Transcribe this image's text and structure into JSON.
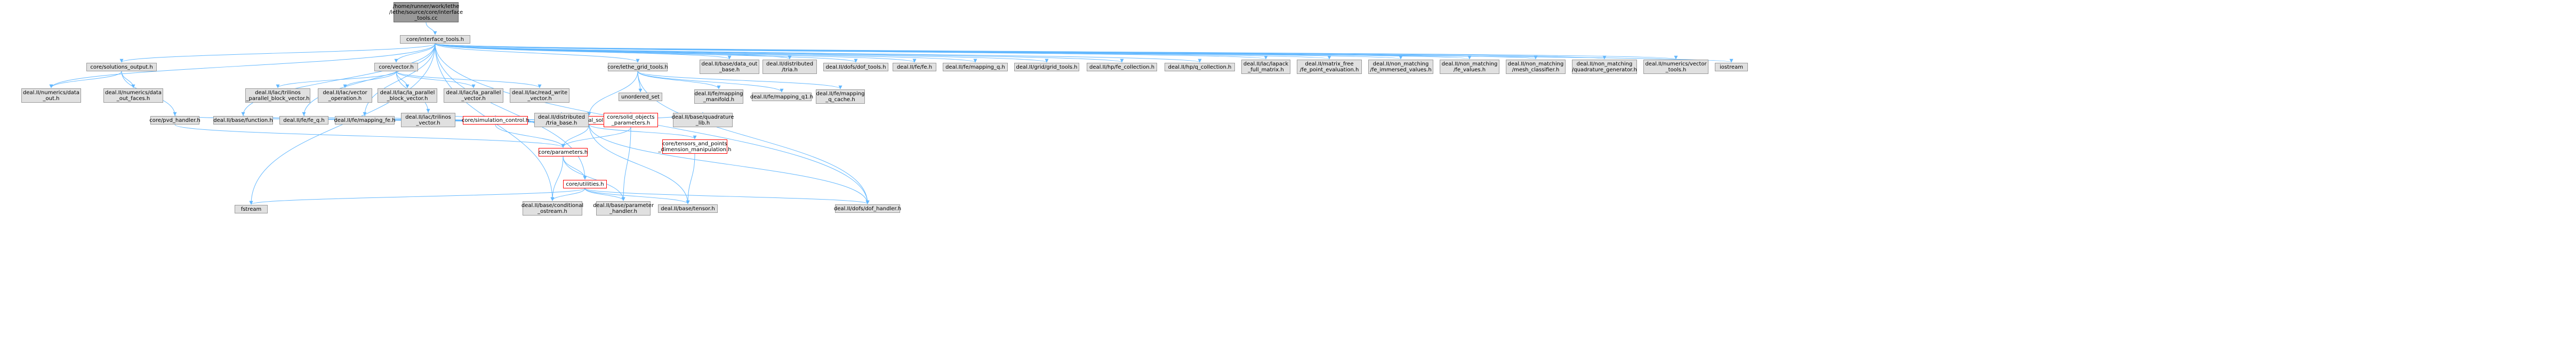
{
  "colors": {
    "edge": "#63b8ff",
    "node_fill": "#e0e0e0",
    "node_border": "#999999",
    "local_border": "#ff0000",
    "root_fill": "#999999"
  },
  "nodes": {
    "root": "/home/runner/work/lethe\n/lethe/source/core/interface\n_tools.cc",
    "interface_tools": "core/interface_tools.h",
    "solutions_output": "core/solutions_output.h",
    "vector": "core/vector.h",
    "lethe_grid_tools": "core/lethe_grid_tools.h",
    "base_data_out": "deal.II/base/data_out\n_base.h",
    "distributed_tria": "deal.II/distributed\n/tria.h",
    "dofs_dof_tools": "deal.II/dofs/dof_tools.h",
    "fe_fe": "deal.II/fe/fe.h",
    "fe_mapping_q": "deal.II/fe/mapping_q.h",
    "grid_grid_tools": "deal.II/grid/grid_tools.h",
    "hp_fe_collection": "deal.II/hp/fe_collection.h",
    "hp_q_collection": "deal.II/hp/q_collection.h",
    "lac_lapack": "deal.II/lac/lapack\n_full_matrix.h",
    "matrix_free_fe_point": "deal.II/matrix_free\n/fe_point_evaluation.h",
    "nm_fe_immersed": "deal.II/non_matching\n/fe_immersed_values.h",
    "nm_fe_values": "deal.II/non_matching\n/fe_values.h",
    "nm_mesh_classifier": "deal.II/non_matching\n/mesh_classifier.h",
    "nm_quad_generator": "deal.II/non_matching\n/quadrature_generator.h",
    "numerics_vector_tools": "deal.II/numerics/vector\n_tools.h",
    "iostream": "iostream",
    "numerics_data_out": "deal.II/numerics/data\n_out.h",
    "numerics_data_out_faces": "deal.II/numerics/data\n_out_faces.h",
    "lac_trilinos_parallel_block": "deal.II/lac/trilinos\n_parallel_block_vector.h",
    "lac_vector_operation": "deal.II/lac/vector\n_operation.h",
    "lac_la_parallel_block": "deal.II/lac/la_parallel\n_block_vector.h",
    "lac_la_parallel_vector": "deal.II/lac/la_parallel\n_vector.h",
    "lac_read_write": "deal.II/lac/read_write\n_vector.h",
    "unordered_set": "unordered_set",
    "fe_mapping_manifold": "deal.II/fe/mapping\n_manifold.h",
    "fe_mapping_q1": "deal.II/fe/mapping_q1.h",
    "fe_mapping_q_cache": "deal.II/fe/mapping\n_q_cache.h",
    "serial_solid": "core/serial_solid.h",
    "pvd_handler": "core/pvd_handler.h",
    "base_function": "deal.II/base/function.h",
    "fe_fe_q": "deal.II/fe/fe_q.h",
    "fe_mapping_fe": "deal.II/fe/mapping_fe.h",
    "lac_trilinos_vector": "deal.II/lac/trilinos\n_vector.h",
    "simulation_control": "core/simulation_control.h",
    "distributed_tria_base": "deal.II/distributed\n/tria_base.h",
    "solid_objects_parameters": "core/solid_objects\n_parameters.h",
    "base_quadrature_lib": "deal.II/base/quadrature\n_lib.h",
    "tensors_and_points": "core/tensors_and_points\n_dimension_manipulation.h",
    "parameters": "core/parameters.h",
    "utilities": "core/utilities.h",
    "fstream": "fstream",
    "base_conditional_ostream": "deal.II/base/conditional\n_ostream.h",
    "base_parameter_handler": "deal.II/base/parameter\n_handler.h",
    "base_tensor": "deal.II/base/tensor.h",
    "dofs_dof_handler": "deal.II/dofs/dof_handler.h"
  }
}
